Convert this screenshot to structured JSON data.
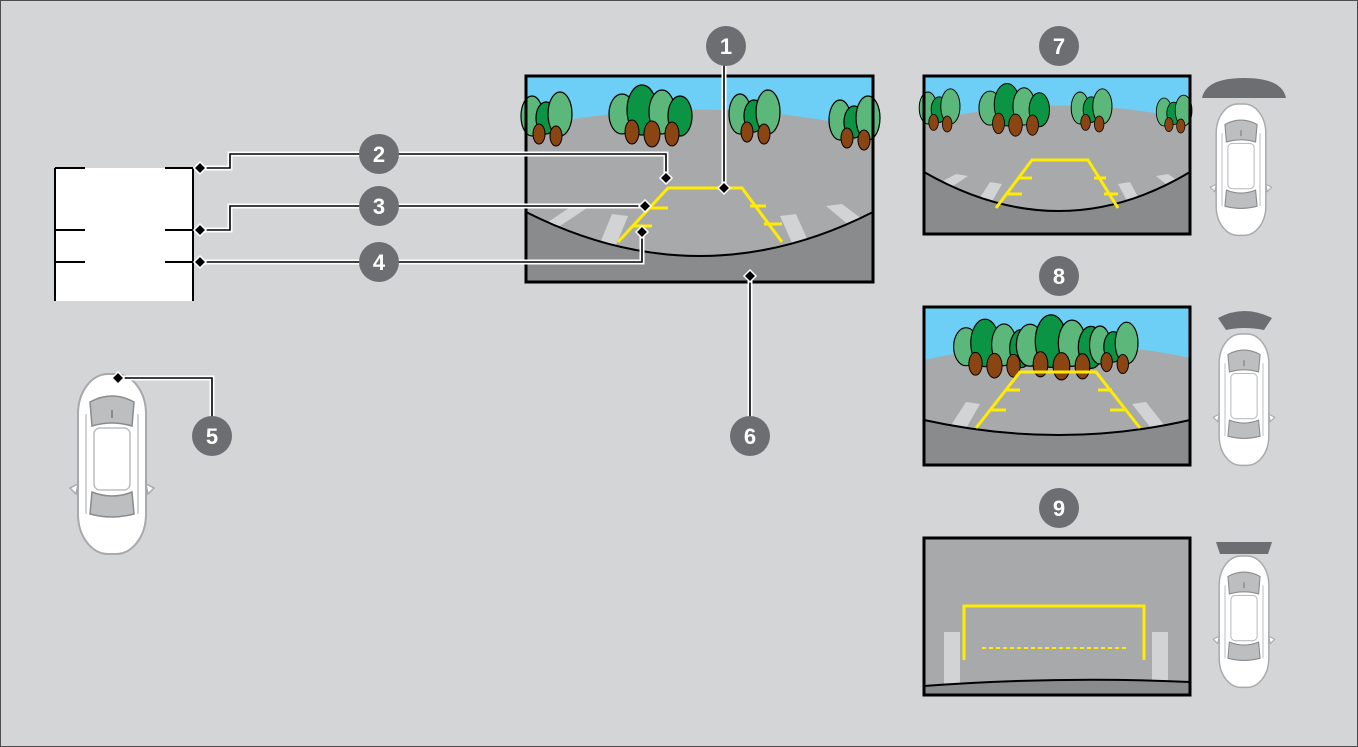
{
  "callouts": [
    {
      "id": "1",
      "label": "1"
    },
    {
      "id": "2",
      "label": "2"
    },
    {
      "id": "3",
      "label": "3"
    },
    {
      "id": "4",
      "label": "4"
    },
    {
      "id": "5",
      "label": "5"
    },
    {
      "id": "6",
      "label": "6"
    },
    {
      "id": "7",
      "label": "7"
    },
    {
      "id": "8",
      "label": "8"
    },
    {
      "id": "9",
      "label": "9"
    }
  ],
  "views": [
    {
      "id": "main",
      "name": "main-rear-camera-view"
    },
    {
      "id": "7",
      "name": "wide-view"
    },
    {
      "id": "8",
      "name": "normal-view"
    },
    {
      "id": "9",
      "name": "top-down-view"
    }
  ],
  "colors": {
    "background": "#d4d5d7",
    "sky": "#6ecff6",
    "ground": "#a8a9ab",
    "bumper": "#8a8b8d",
    "guide_line": "#ffec00",
    "callout": "#6d6e71",
    "tree_dark": "#0b9444",
    "tree_light": "#5cb87a",
    "trunk": "#8b4513"
  }
}
